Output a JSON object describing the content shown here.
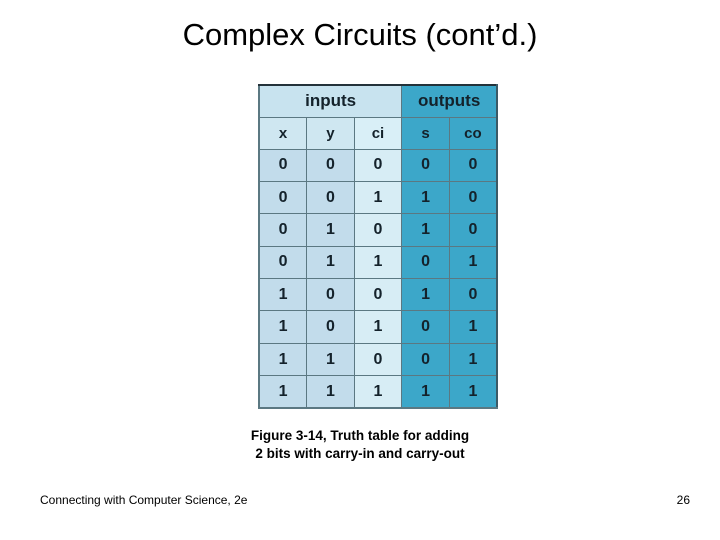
{
  "slide": {
    "title": "Complex Circuits (cont’d.)",
    "page_number": "26",
    "source_line": "Connecting with Computer Science, 2e"
  },
  "figure": {
    "caption_line1": "Figure 3-14, Truth table for adding",
    "caption_line2": "2 bits with carry-in and carry-out"
  },
  "colors": {
    "inputs_header_bg": "#c8e3ef",
    "outputs_header_bg": "#3ca7c9",
    "inputs_cell_bg": "#c2dceb",
    "inputs_ci_cell_bg": "#d7edf5",
    "outputs_cell_bg": "#3ca7c9",
    "grid_line": "#5b7882",
    "text": "#14222b"
  },
  "truth_table": {
    "group_headers": [
      {
        "label": "inputs",
        "span": 3
      },
      {
        "label": "outputs",
        "span": 2
      }
    ],
    "columns": [
      "x",
      "y",
      "ci",
      "s",
      "co"
    ],
    "rows": [
      {
        "x": "0",
        "y": "0",
        "ci": "0",
        "s": "0",
        "co": "0"
      },
      {
        "x": "0",
        "y": "0",
        "ci": "1",
        "s": "1",
        "co": "0"
      },
      {
        "x": "0",
        "y": "1",
        "ci": "0",
        "s": "1",
        "co": "0"
      },
      {
        "x": "0",
        "y": "1",
        "ci": "1",
        "s": "0",
        "co": "1"
      },
      {
        "x": "1",
        "y": "0",
        "ci": "0",
        "s": "1",
        "co": "0"
      },
      {
        "x": "1",
        "y": "0",
        "ci": "1",
        "s": "0",
        "co": "1"
      },
      {
        "x": "1",
        "y": "1",
        "ci": "0",
        "s": "0",
        "co": "1"
      },
      {
        "x": "1",
        "y": "1",
        "ci": "1",
        "s": "1",
        "co": "1"
      }
    ]
  }
}
